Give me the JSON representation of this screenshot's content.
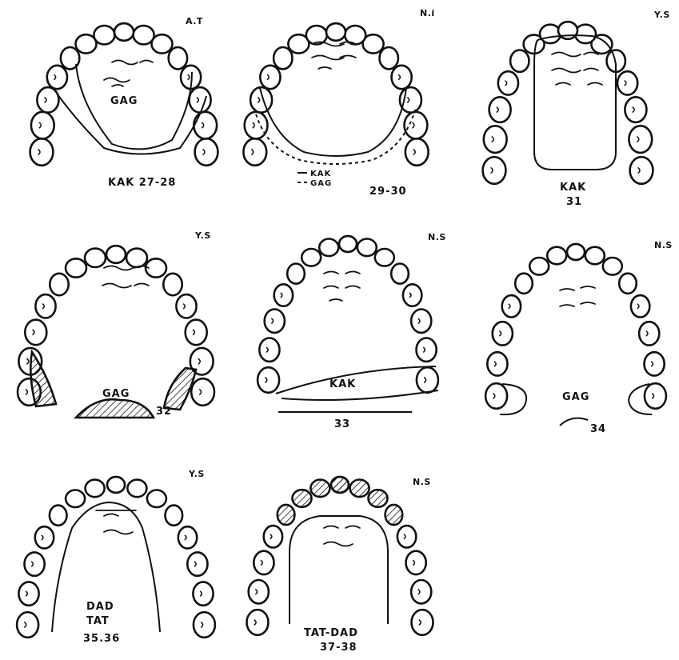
{
  "diagrams": [
    {
      "initials": "A.T",
      "labels": [
        "GAG",
        "KAK 27-28"
      ]
    },
    {
      "initials": "N.i",
      "labels": [
        "KAK",
        "GAG",
        "29-30"
      ]
    },
    {
      "initials": "Y.S",
      "labels": [
        "KAK",
        "31"
      ]
    },
    {
      "initials": "Y.S",
      "labels": [
        "GAG",
        "32"
      ]
    },
    {
      "initials": "N.S",
      "labels": [
        "KAK",
        "33"
      ]
    },
    {
      "initials": "N.S",
      "labels": [
        "GAG",
        "34"
      ]
    },
    {
      "initials": "Y.S",
      "labels": [
        "DAD",
        "TAT",
        "35.36"
      ]
    },
    {
      "initials": "N.S",
      "labels": [
        "TAT-DAD",
        "37-38"
      ]
    }
  ]
}
